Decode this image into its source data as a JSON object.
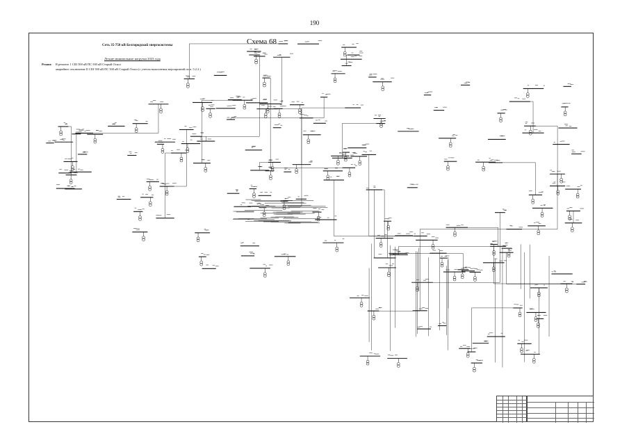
{
  "page": {
    "number": "190"
  },
  "header": {
    "scheme_title": "Схема 68",
    "network_title": "Сеть 35-750 кВ Белгородской энергосистемы",
    "load_title": "Летние минимальные нагрузки 2023 года",
    "regime_label": "Режим:",
    "regime_line_1": "В ремонте 1 СШ 500 кВ ПС 500 кВ Старый Оскол",
    "regime_line_2": "аварийное отключение II СШ 500 кВ ПС 500 кВ Старый Оскол (с учетом выполнения мероприятий по п. 5.2.2.)"
  },
  "colors": {
    "line": "#1a1a1a",
    "paper": "#ffffff",
    "frame": "#333333"
  }
}
